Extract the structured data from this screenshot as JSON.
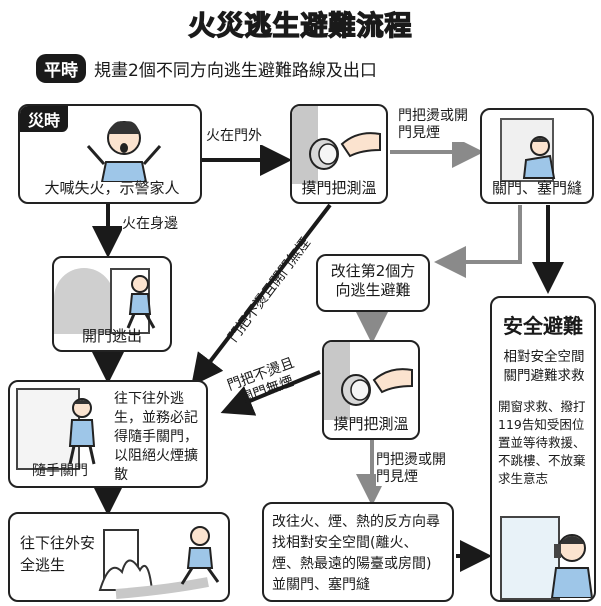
{
  "title": "火災逃生避難流程",
  "routine": {
    "tag": "平時",
    "text": "規畫2個不同方向逃生避難路線及出口"
  },
  "disaster_tag": "災時",
  "nodes": {
    "shout": "大喊失火，示警家人",
    "touch_knob_1": "摸門把測溫",
    "close_door": "關門、塞門縫",
    "open_escape": "開門逃出",
    "second_route": "改往第2個方向逃生避難",
    "touch_knob_2": "摸門把測溫",
    "safe_title": "安全避難",
    "safe_line1": "相對安全空間關門避難求救",
    "safe_line2": "開窗求救、撥打119告知受困位置並等待救援、不跳樓、不放棄求生意志",
    "go_down": "往下往外逃生，並務必記得隨手關門，以阻絕火煙擴散",
    "close_behind": "隨手關門",
    "escape_out": "往下往外安全逃生",
    "find_safe_space": "改往火、煙、熱的反方向尋找相對安全空間(離火、煙、熱最遠的陽臺或房間)並關門、塞門縫"
  },
  "edges": {
    "fire_outside": "火在門外",
    "hot_or_smoke_1": "門把燙或開門見煙",
    "fire_nearby": "火在身邊",
    "not_hot_no_smoke_1": "門把不燙且開門無煙",
    "not_hot_no_smoke_2": "門把不燙且開門無煙",
    "hot_or_smoke_2": "門把燙或開門見煙"
  }
}
